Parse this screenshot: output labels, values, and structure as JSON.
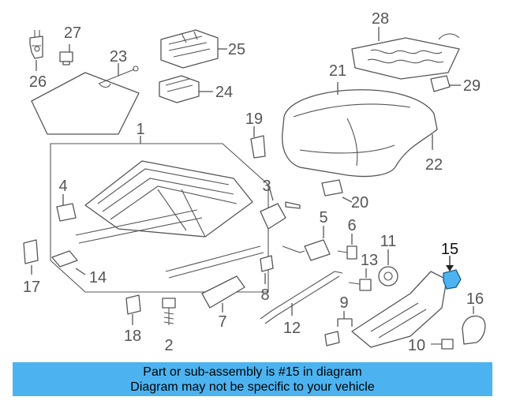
{
  "diagram": {
    "callouts": [
      "1",
      "2",
      "3",
      "4",
      "5",
      "6",
      "7",
      "8",
      "9",
      "10",
      "11",
      "12",
      "13",
      "14",
      "15",
      "16",
      "17",
      "18",
      "19",
      "20",
      "21",
      "22",
      "23",
      "24",
      "25",
      "26",
      "27",
      "28",
      "29"
    ],
    "highlighted_part": "15",
    "highlight_color": "#4cb3f0",
    "line_color": "#555555"
  },
  "banner": {
    "line1": "Part or sub-assembly is #15 in diagram",
    "line2": "Diagram may not be specific to your vehicle",
    "background": "#4cb3f0"
  }
}
